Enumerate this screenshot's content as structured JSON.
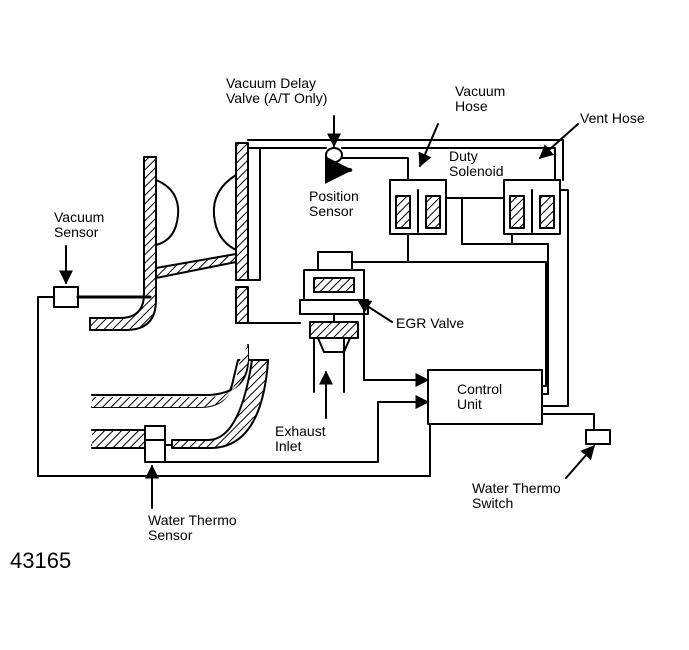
{
  "labels": {
    "vacuum_delay_valve": [
      "Vacuum Delay",
      "Valve (A/T Only)"
    ],
    "vacuum_hose": [
      "Vacuum",
      "Hose"
    ],
    "vent_hose": [
      "Vent Hose"
    ],
    "duty_solenoid": [
      "Duty",
      "Solenoid"
    ],
    "position_sensor": [
      "Position",
      "Sensor"
    ],
    "vacuum_sensor": [
      "Vacuum",
      "Sensor"
    ],
    "egr_valve": [
      "EGR Valve"
    ],
    "control_unit": [
      "Control",
      "Unit"
    ],
    "exhaust_inlet": [
      "Exhaust",
      "Inlet"
    ],
    "water_thermo_switch": [
      "Water Thermo",
      "Switch"
    ],
    "water_thermo_sensor": [
      "Water Thermo",
      "Sensor"
    ]
  },
  "figure_number": "43165",
  "colors": {
    "ink": "#000000",
    "paper": "#ffffff"
  }
}
